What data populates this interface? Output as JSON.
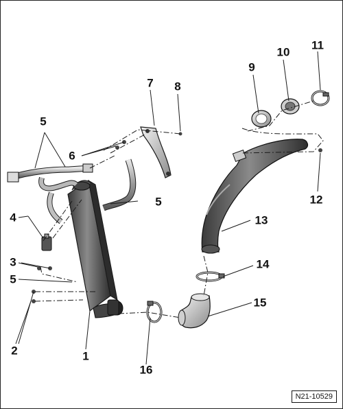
{
  "callouts": [
    "1",
    "2",
    "3",
    "4",
    "5",
    "6",
    "7",
    "8",
    "9",
    "10",
    "11",
    "12",
    "13",
    "14",
    "15",
    "16"
  ],
  "figure_ref": "N21-10529",
  "colors": {
    "part_fill": "#6e6e6e",
    "part_dark": "#3c3c3c",
    "part_light": "#bdbdbd",
    "line": "#1a1a1a"
  }
}
